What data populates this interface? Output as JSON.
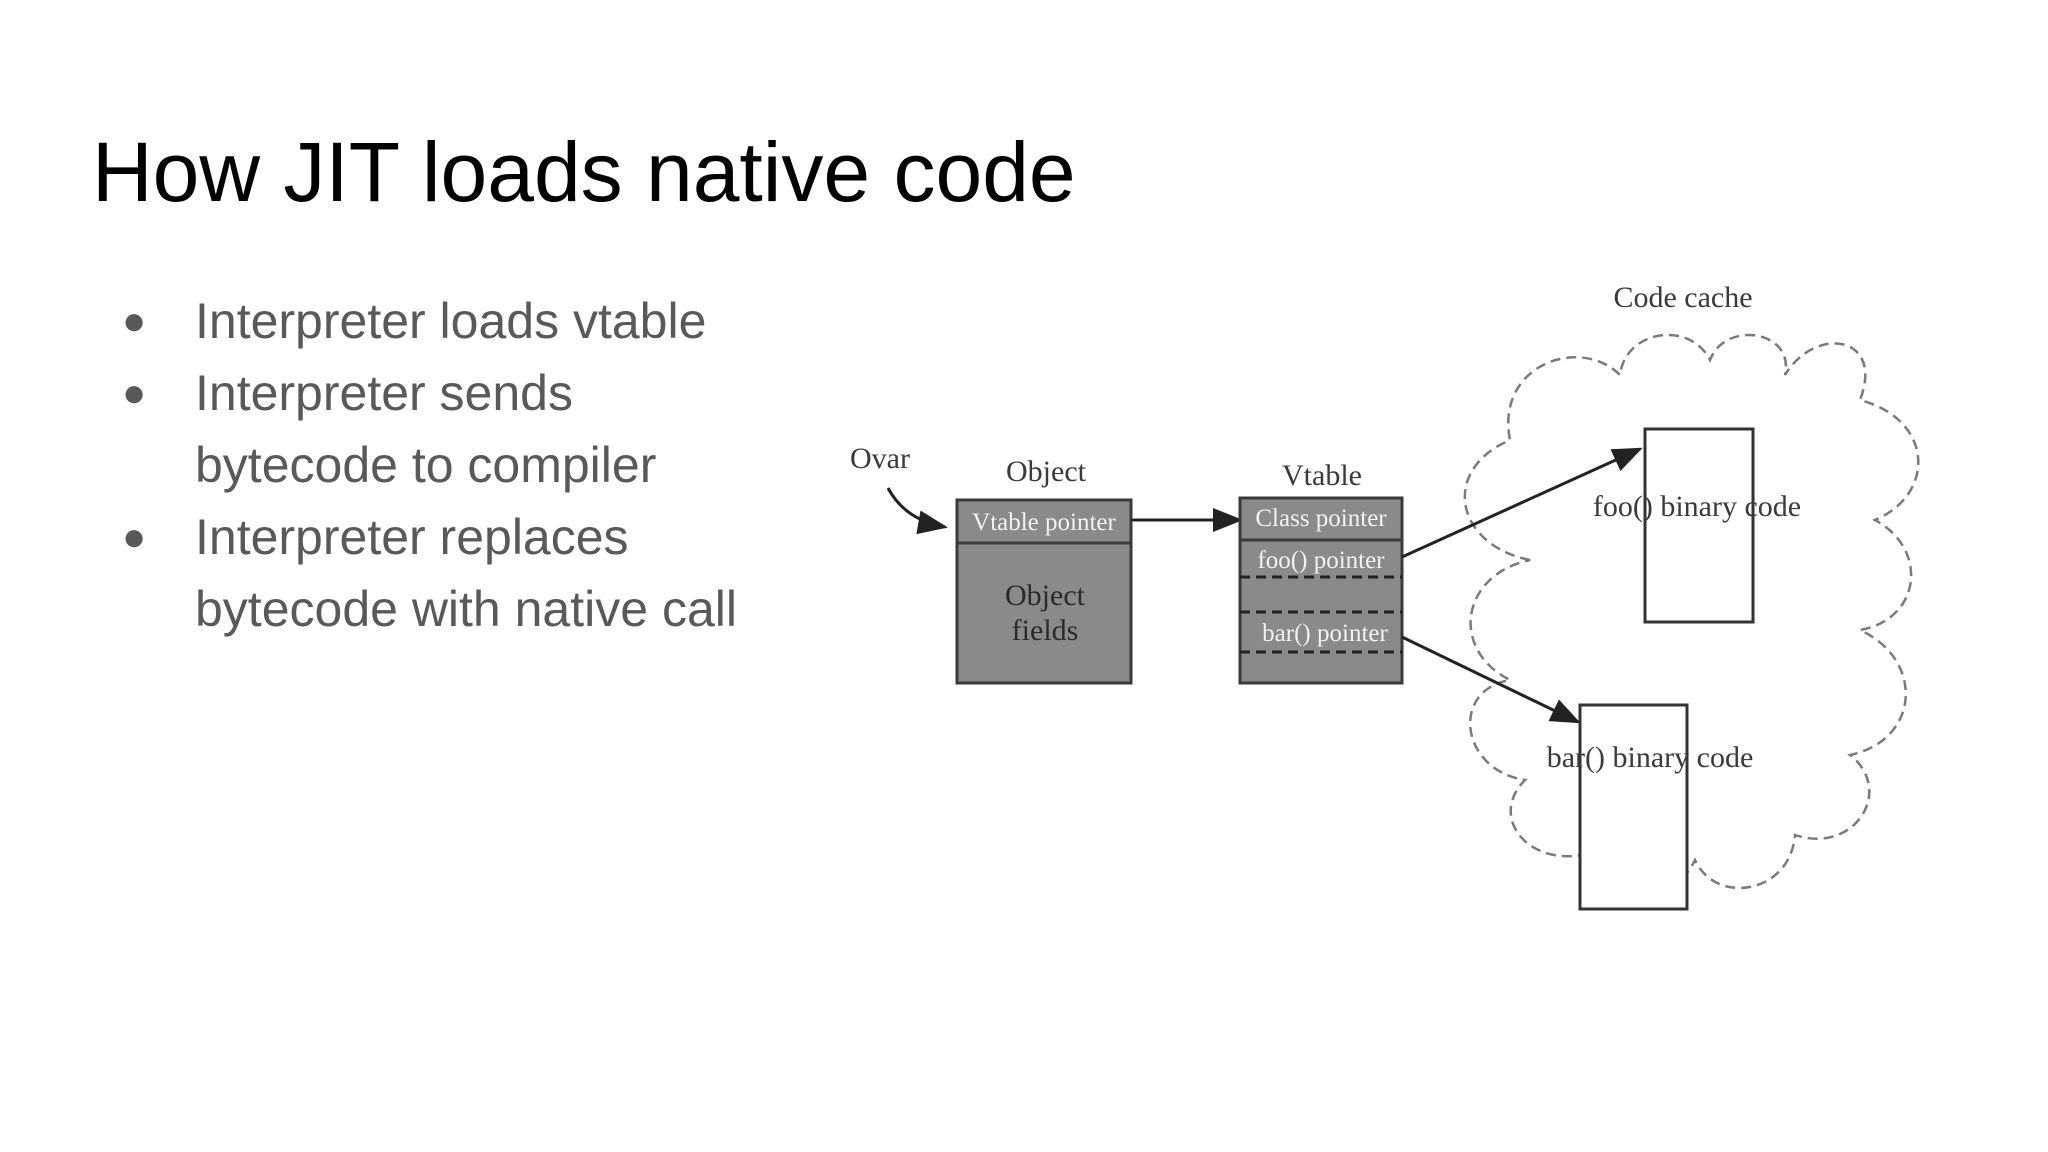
{
  "slide": {
    "title": "How JIT loads native code",
    "bullets": [
      "Interpreter loads vtable",
      "Interpreter sends bytecode to compiler",
      "Interpreter replaces bytecode with native call"
    ]
  },
  "diagram": {
    "labels": {
      "ovar": "Ovar",
      "object": "Object",
      "vtable": "Vtable",
      "code_cache": "Code cache"
    },
    "object_box": {
      "header": "Vtable pointer",
      "body_line1": "Object",
      "body_line2": "fields"
    },
    "vtable_box": {
      "rows": [
        "Class pointer",
        "foo() pointer",
        "bar() pointer"
      ]
    },
    "code_blocks": {
      "foo": "foo() binary code",
      "bar": "bar() binary code"
    },
    "colors": {
      "box_fill": "#8a8a8a",
      "box_stroke": "#3a3a3a",
      "line": "#222222",
      "cloud_stroke": "#7a7a7a",
      "label_text": "#3a3a3a"
    }
  }
}
